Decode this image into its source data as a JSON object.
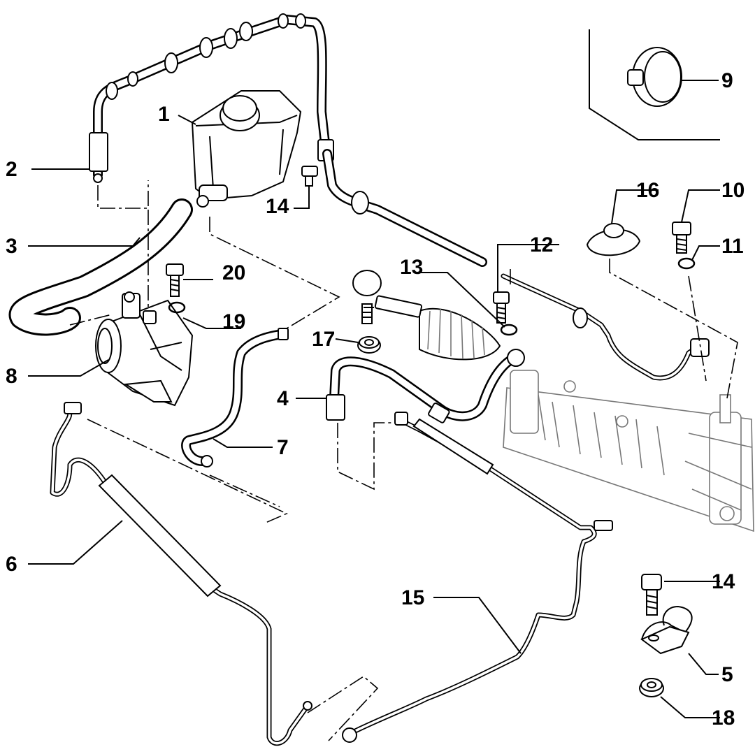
{
  "callouts": [
    {
      "id": "1",
      "label": "1"
    },
    {
      "id": "2",
      "label": "2"
    },
    {
      "id": "3",
      "label": "3"
    },
    {
      "id": "4",
      "label": "4"
    },
    {
      "id": "5",
      "label": "5"
    },
    {
      "id": "6",
      "label": "6"
    },
    {
      "id": "7",
      "label": "7"
    },
    {
      "id": "8",
      "label": "8"
    },
    {
      "id": "9",
      "label": "9"
    },
    {
      "id": "10",
      "label": "10"
    },
    {
      "id": "11",
      "label": "11"
    },
    {
      "id": "12",
      "label": "12"
    },
    {
      "id": "13",
      "label": "13"
    },
    {
      "id": "14a",
      "label": "14"
    },
    {
      "id": "14b",
      "label": "14"
    },
    {
      "id": "15",
      "label": "15"
    },
    {
      "id": "16",
      "label": "16"
    },
    {
      "id": "17",
      "label": "17"
    },
    {
      "id": "18",
      "label": "18"
    },
    {
      "id": "19",
      "label": "19"
    },
    {
      "id": "20",
      "label": "20"
    }
  ],
  "colors": {
    "line": "#000000",
    "ghost": "#777777",
    "background": "#ffffff"
  }
}
